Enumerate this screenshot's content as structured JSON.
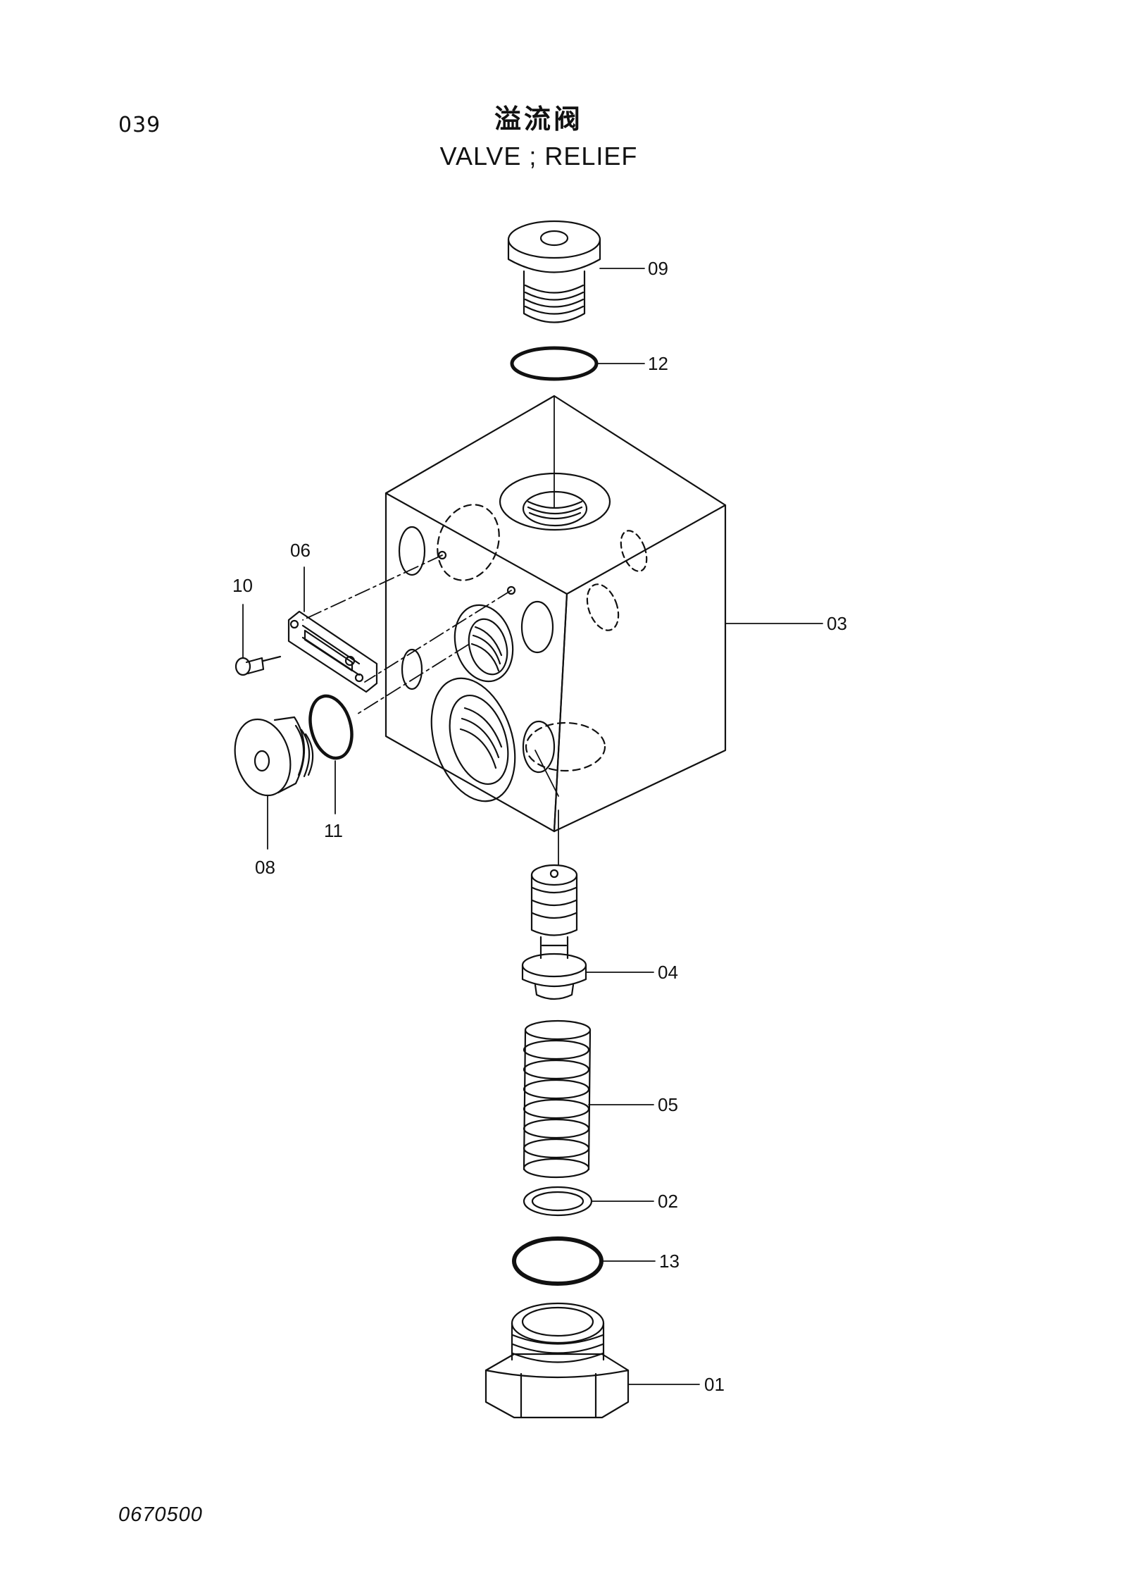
{
  "page_code": "039",
  "title_cn": "溢流阀",
  "title_en": "VALVE ; RELIEF",
  "drawing_number": "0670500",
  "parts": [
    {
      "id": "09",
      "desc": "plug"
    },
    {
      "id": "12",
      "desc": "o-ring"
    },
    {
      "id": "03",
      "desc": "valve-body"
    },
    {
      "id": "06",
      "desc": "plate"
    },
    {
      "id": "10",
      "desc": "screw"
    },
    {
      "id": "08",
      "desc": "plug"
    },
    {
      "id": "11",
      "desc": "o-ring"
    },
    {
      "id": "04",
      "desc": "poppet"
    },
    {
      "id": "05",
      "desc": "spring"
    },
    {
      "id": "02",
      "desc": "ring"
    },
    {
      "id": "13",
      "desc": "o-ring"
    },
    {
      "id": "01",
      "desc": "plug-nut"
    }
  ]
}
